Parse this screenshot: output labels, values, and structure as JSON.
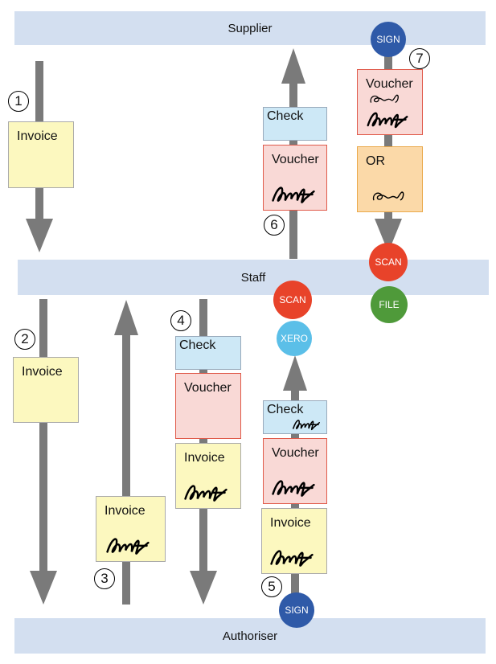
{
  "lanes": {
    "supplier": "Supplier",
    "staff": "Staff",
    "authoriser": "Authoriser"
  },
  "steps": {
    "s1": "1",
    "s2": "2",
    "s3": "3",
    "s4": "4",
    "s5": "5",
    "s6": "6",
    "s7": "7"
  },
  "docs": {
    "invoice": "Invoice",
    "voucher": "Voucher",
    "check": "Check",
    "or": "OR"
  },
  "badges": {
    "sign": "SIGN",
    "scan": "SCAN",
    "file": "FILE",
    "xero": "XERO"
  },
  "colors": {
    "lane": "#d3dff0",
    "arrow": "#7a7a7a",
    "invoice": "#fcf8bf",
    "voucher": "#f9d9d6",
    "check": "#cde8f6",
    "or": "#fbd9a8",
    "sign": "#2f5aa8",
    "scan": "#e8432a",
    "file": "#4f9a3a",
    "xero": "#5bbfe8"
  }
}
